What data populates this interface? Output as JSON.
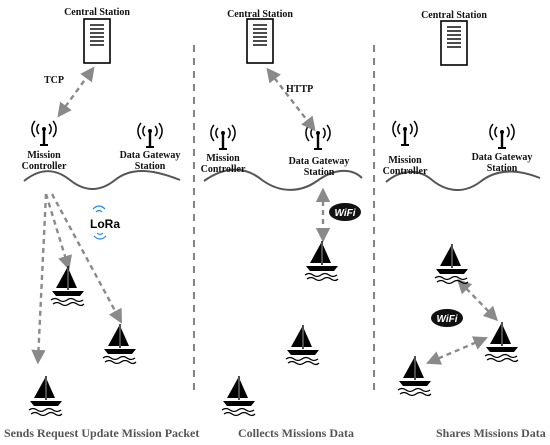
{
  "panels": [
    {
      "central_station": "Central Station",
      "protocol": "TCP",
      "mission_controller": [
        "Mission",
        "Controller"
      ],
      "data_gateway": [
        "Data Gateway",
        "Station"
      ],
      "badge": "LoRa",
      "caption": "Sends Request Update Mission Packet"
    },
    {
      "central_station": "Central Station",
      "protocol": "HTTP",
      "mission_controller": [
        "Mission",
        "Controller"
      ],
      "data_gateway": [
        "Data Gateway",
        "Station"
      ],
      "badge": "WiFi",
      "caption": "Collects Missions Data"
    },
    {
      "central_station": "Central Station",
      "mission_controller": [
        "Mission",
        "Controller"
      ],
      "data_gateway": [
        "Data Gateway",
        "Station"
      ],
      "badge": "WiFi",
      "caption": "Shares Missions Data"
    }
  ],
  "colors": {
    "arrow": "#8a8a8a",
    "line": "#000000",
    "divider": "#666666",
    "lora_blue": "#1e88e5"
  }
}
